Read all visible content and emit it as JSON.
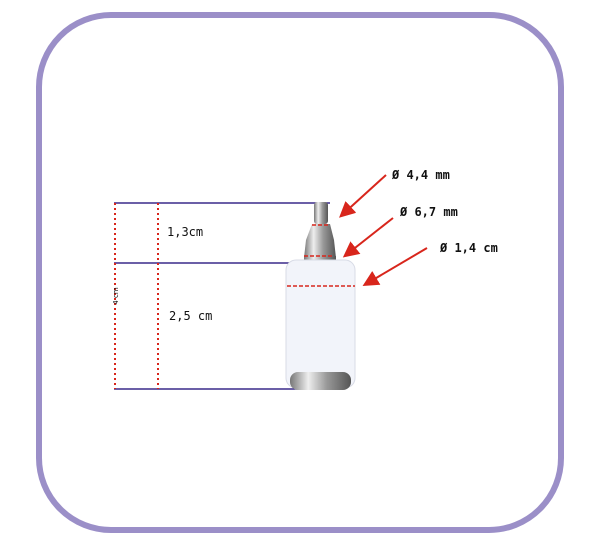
{
  "labels": {
    "tip_diameter": "Ø 4,4 mm",
    "neck_diameter": "Ø 6,7 mm",
    "body_diameter": "Ø 1,4 cm",
    "upper_height": "1,3cm",
    "lower_height": "2,5 cm",
    "total_height": "4 cm"
  },
  "colors": {
    "frame": "#9b8fc8",
    "dimension_line": "#3a2a8a",
    "marker": "#d8261c"
  }
}
